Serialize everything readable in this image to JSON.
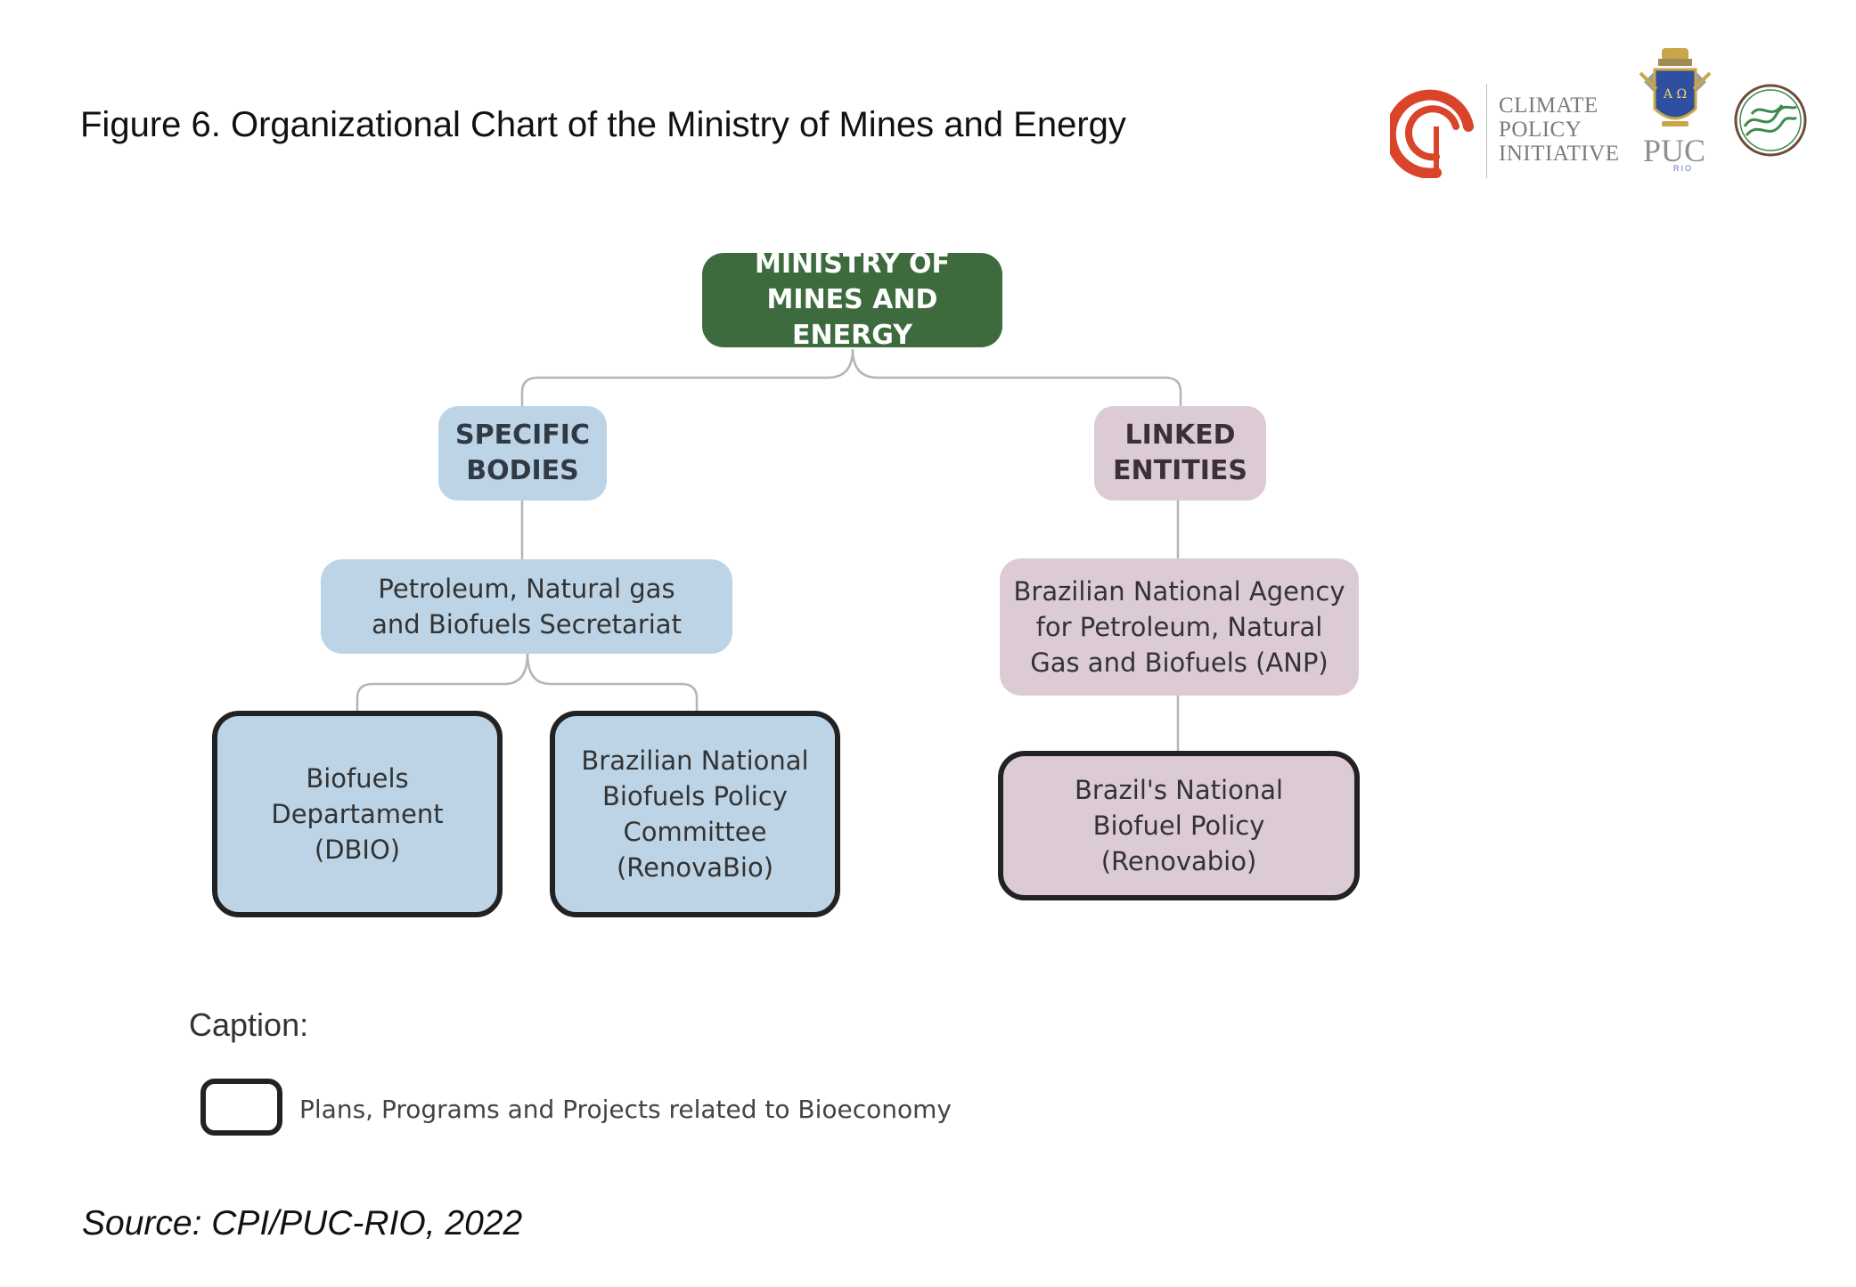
{
  "figure": {
    "title": "Figure 6. Organizational Chart of the Ministry of Mines and Energy"
  },
  "logos": {
    "cpi_line1": "CLIMATE",
    "cpi_line2": "POLICY",
    "cpi_line3": "INITIATIVE",
    "puc": "PUC",
    "rio": "RIO",
    "seal_lettering": "A Ω"
  },
  "nodes": {
    "ministry": "MINISTRY OF\nMINES AND ENERGY",
    "specific_bodies": "SPECIFIC\nBODIES",
    "linked_entities": "LINKED\nENTITIES",
    "secretariat": "Petroleum, Natural gas\nand Biofuels Secretariat",
    "anp": "Brazilian National Agency\nfor Petroleum, Natural\nGas and Biofuels (ANP)",
    "dbio": "Biofuels\nDepartament\n(DBIO)",
    "renovabio_committee": "Brazilian National\nBiofuels Policy\nCommittee\n(RenovaBio)",
    "national_policy": "Brazil's National\nBiofuel Policy\n(Renovabio)"
  },
  "caption": {
    "title": "Caption:",
    "legend_text": "Plans, Programs and Projects related to Bioeconomy"
  },
  "source": "Source: CPI/PUC-RIO, 2022",
  "colors": {
    "ministry_green": "#3d6b3e",
    "specific_blue": "#bcd4e6",
    "linked_mauve": "#dccbd5",
    "outline_dark": "#222222",
    "connector_gray": "#b5b5b5",
    "cpi_orange": "#d9442a"
  }
}
